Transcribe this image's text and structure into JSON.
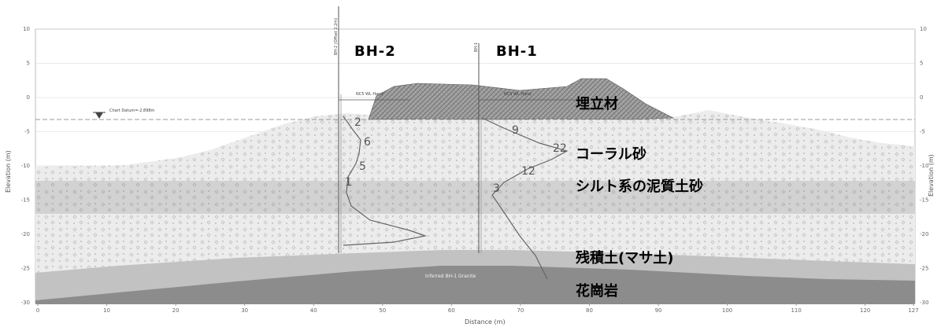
{
  "axes": {
    "x_ticks": [
      "0",
      "10",
      "20",
      "30",
      "40",
      "50",
      "60",
      "70",
      "80",
      "90",
      "100",
      "110",
      "120",
      "127"
    ],
    "y_ticks": [
      "10",
      "5",
      "0",
      "-5",
      "-10",
      "-15",
      "-20",
      "-25",
      "-30"
    ],
    "xlabel": "Distance (m)",
    "ylabel_left": "Elevation (m)",
    "ylabel_right": "Elevation (m)"
  },
  "boreholes": [
    {
      "label": "BH-2",
      "header": "BH-2 (Offset 2.2m)"
    },
    {
      "label": "BH-1",
      "header": "BH-1"
    }
  ],
  "layers": [
    {
      "name": "埋立材"
    },
    {
      "name": "コーラル砂"
    },
    {
      "name": "シルト系の泥質土砂"
    },
    {
      "name": "残積土(マサ土)"
    },
    {
      "name": "花崗岩"
    }
  ],
  "n_values": {
    "bh2": [
      "2",
      "6",
      "5",
      "1"
    ],
    "bh1": [
      "9",
      "22",
      "12",
      "3"
    ]
  },
  "annotations": {
    "chart_datum": "Chart Datum=-2.898m",
    "fill_note_bh2": "NC5 WL Hand",
    "fill_note_bh1": "NC5 WL Hand",
    "rock_note": "Inferred BH-1 Granite"
  },
  "colors": {
    "fill": "#a4a4a4",
    "coral": "#ececec",
    "silt": "#d2d2d2",
    "residual": "#c2c2c2",
    "granite": "#8c8c8c"
  }
}
